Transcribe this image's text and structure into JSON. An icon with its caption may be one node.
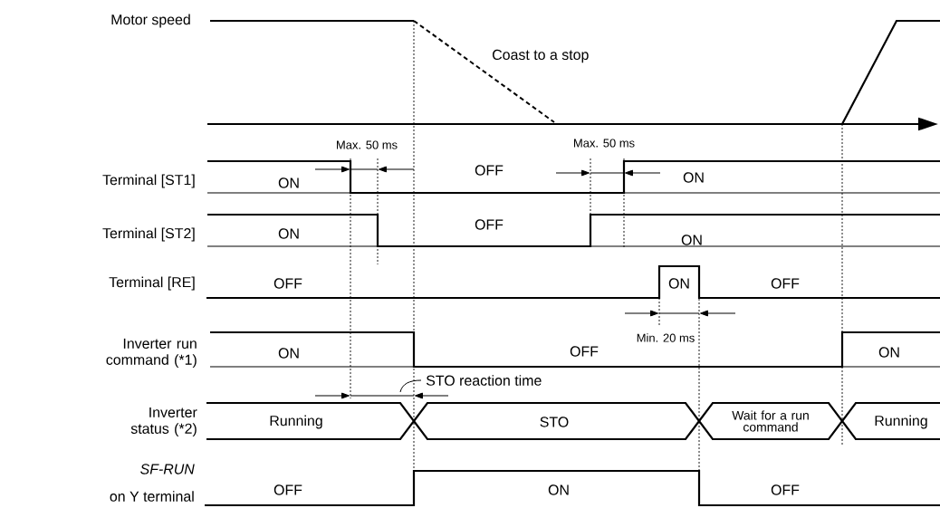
{
  "diagram": {
    "nodes": [
      {
        "text": [
          "Running"
        ]
      },
      {
        "text": [
          "STO"
        ]
      },
      {
        "text": [
          "Wait for a run command"
        ]
      },
      {
        "text": [
          "Running"
        ]
      }
    ],
    "edges": [],
    "labels": [
      "Motor speed",
      "Coast to a stop",
      "Max. 50 ms",
      "Max. 50 ms",
      "Terminal [ST1]",
      "ON",
      "OFF",
      "ON",
      "Terminal [ST2]",
      "ON",
      "OFF",
      "ON",
      "Terminal [RE]",
      "OFF",
      "ON",
      "OFF",
      "Min. 20 ms",
      "Inverter run command (*1)",
      "ON",
      "OFF",
      "ON",
      "STO reaction time",
      "Inverter status (*2)",
      "SF-RUN",
      "on Y terminal",
      "OFF",
      "ON",
      "OFF"
    ]
  }
}
